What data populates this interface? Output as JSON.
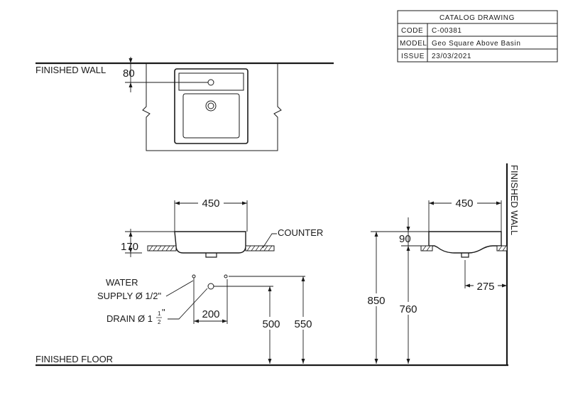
{
  "title_block": {
    "header": "CATALOG DRAWING",
    "rows": [
      {
        "key": "CODE",
        "value": "C-00381"
      },
      {
        "key": "MODEL",
        "value": "Geo Square Above Basin"
      },
      {
        "key": "ISSUE",
        "value": "23/03/2021"
      }
    ]
  },
  "labels": {
    "finished_wall_top": "FINISHED WALL",
    "finished_wall_side": "FINISHED WALL",
    "finished_floor": "FINISHED FLOOR",
    "counter": "COUNTER",
    "water_supply_line1": "WATER",
    "water_supply_line2": "SUPPLY Ø 1/2\"",
    "drain_prefix": "DRAIN Ø 1",
    "drain_frac_num": "1",
    "drain_frac_den": "2",
    "drain_suffix": "\""
  },
  "dimensions": {
    "plan_depth_offset": "80",
    "front_width": "450",
    "front_height": "170",
    "drain_offset": "200",
    "drain_height": "500",
    "supply_height": "550",
    "counter_height": "850",
    "rim_to_floor": "760",
    "basin_above_counter": "90",
    "side_width": "450",
    "drain_from_wall": "275"
  }
}
